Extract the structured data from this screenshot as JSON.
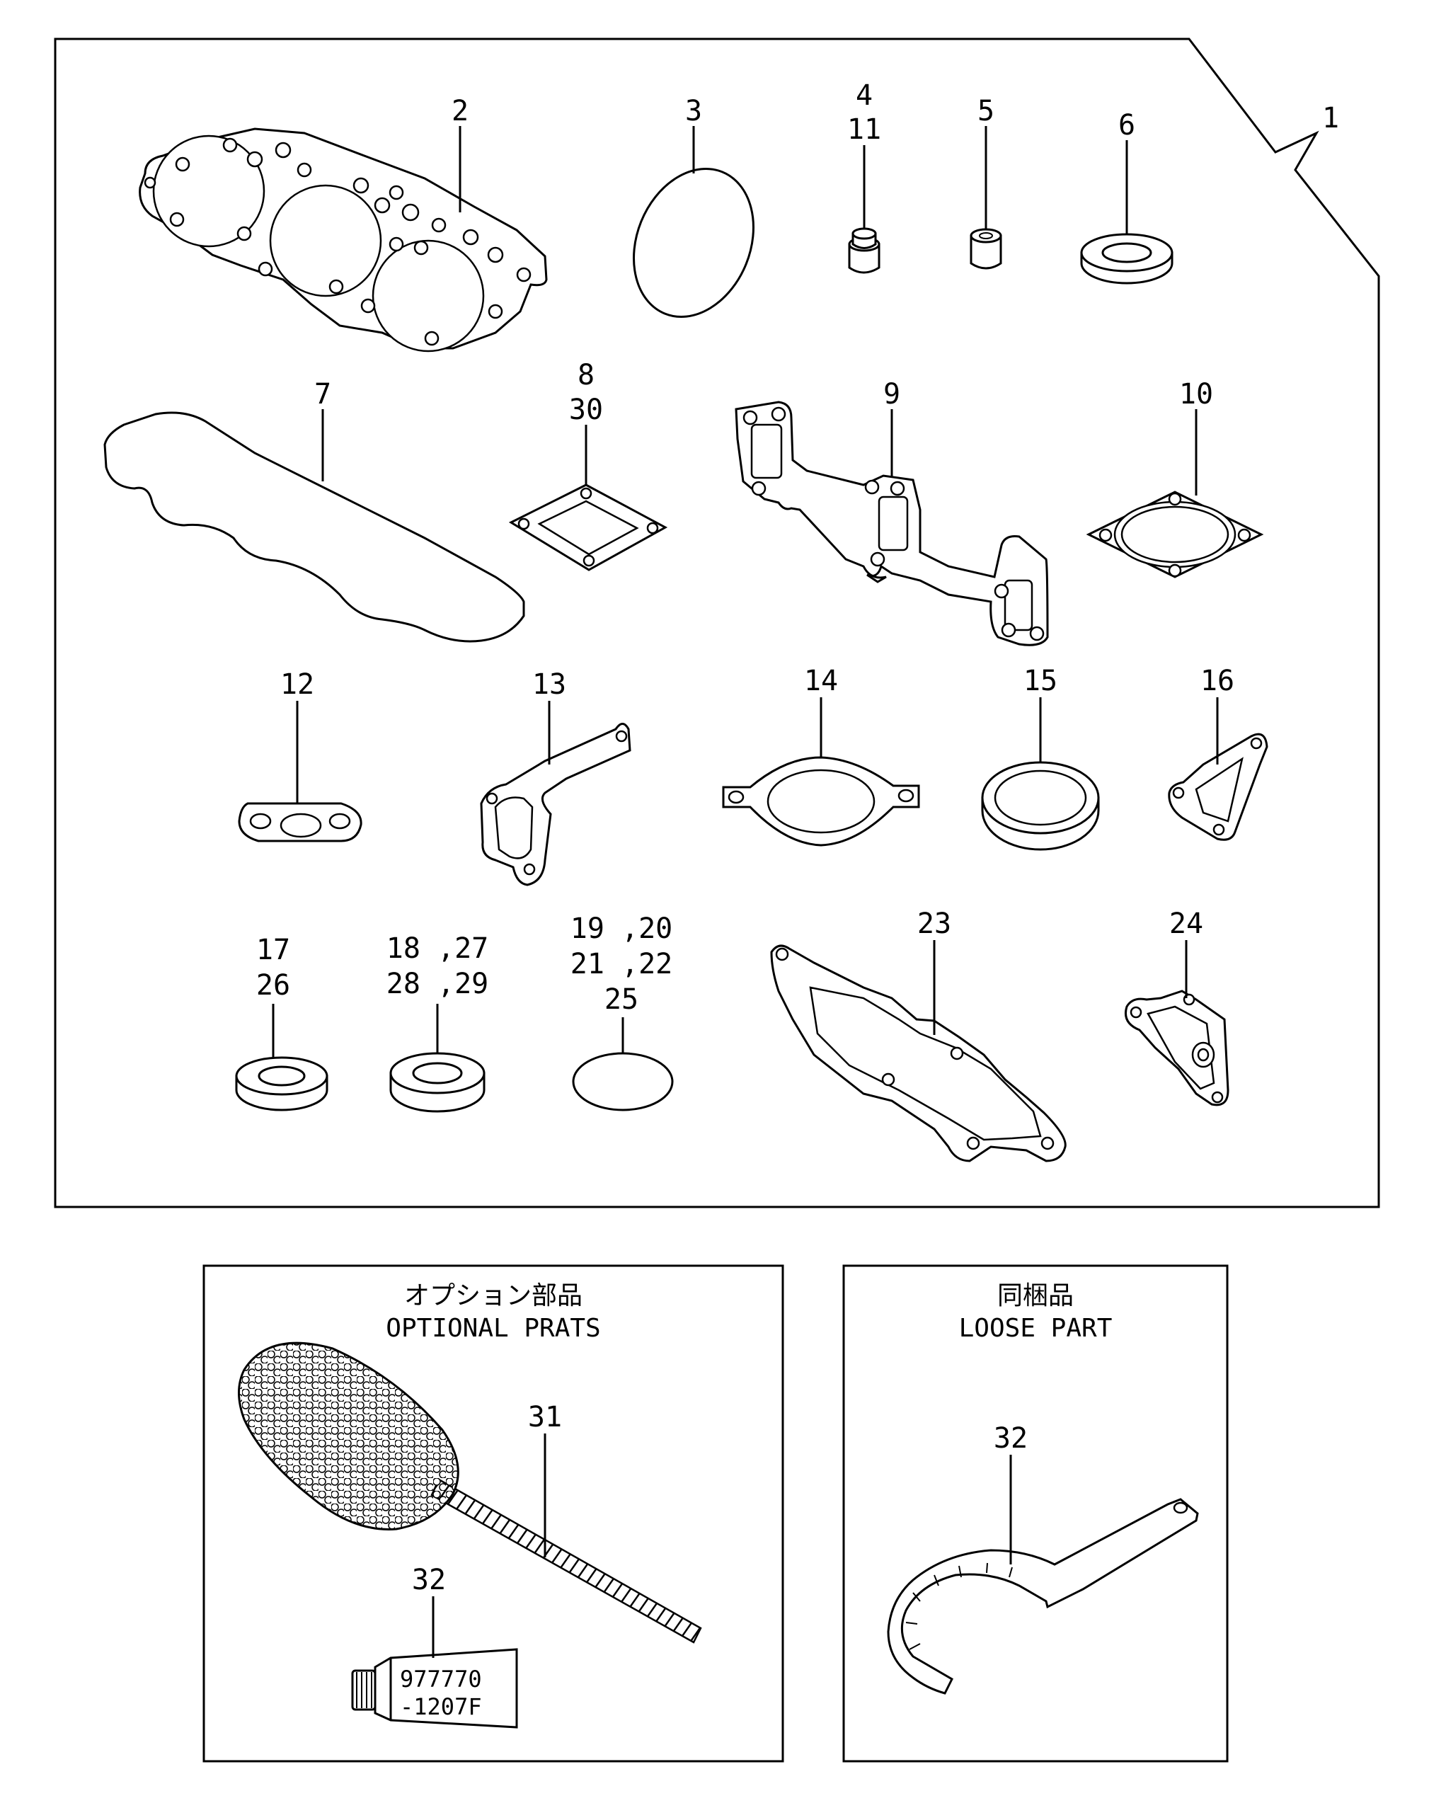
{
  "callouts": {
    "c1": "1",
    "c2": "2",
    "c3": "3",
    "c4": "4",
    "c11": "11",
    "c5": "5",
    "c6": "6",
    "c7": "7",
    "c8": "8",
    "c30": "30",
    "c9": "9",
    "c10": "10",
    "c12": "12",
    "c13": "13",
    "c14": "14",
    "c15": "15",
    "c16": "16",
    "c17": "17",
    "c26": "26",
    "c18_27": "18 ,27",
    "c28_29": "28 ,29",
    "c19_20": "19 ,20",
    "c21_22": "21 ,22",
    "c25": "25",
    "c23": "23",
    "c24": "24",
    "c31": "31",
    "c32a": "32",
    "c32b": "32"
  },
  "optional_box": {
    "title_jp": "オプション部品",
    "title_en": "OPTIONAL PRATS",
    "tube_label_1": "977770",
    "tube_label_2": "-1207F"
  },
  "loose_box": {
    "title_jp": "同梱品",
    "title_en": "LOOSE PART"
  }
}
